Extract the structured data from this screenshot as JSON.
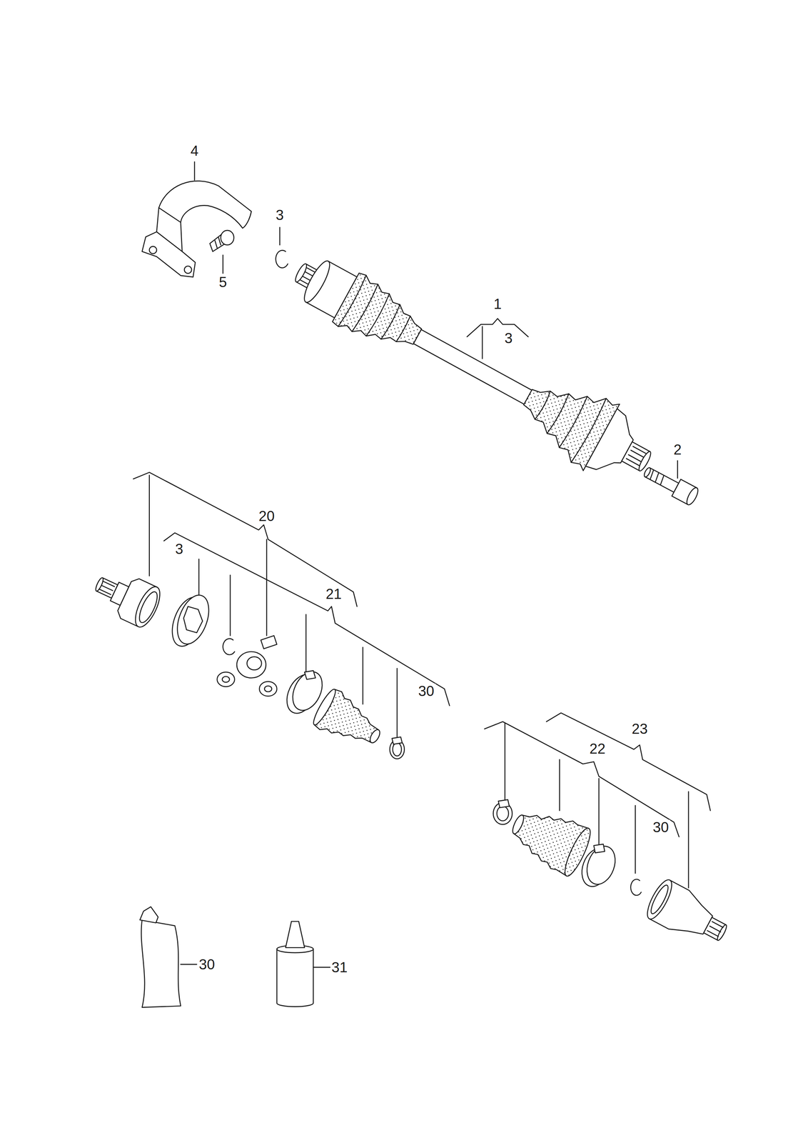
{
  "diagram": {
    "labels": [
      "4",
      "3",
      "5",
      "1",
      "3",
      "2",
      "20",
      "3",
      "21",
      "30",
      "23",
      "22",
      "30",
      "30",
      "31"
    ]
  }
}
